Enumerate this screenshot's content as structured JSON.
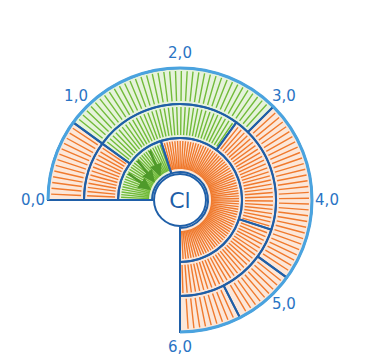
{
  "diagram": {
    "nodes": [
      {
        "text": [
          "Cl"
        ]
      }
    ],
    "labels": [
      "0,0",
      "1,0",
      "2,0",
      "3,0",
      "4,0",
      "5,0",
      "6,0"
    ]
  }
}
